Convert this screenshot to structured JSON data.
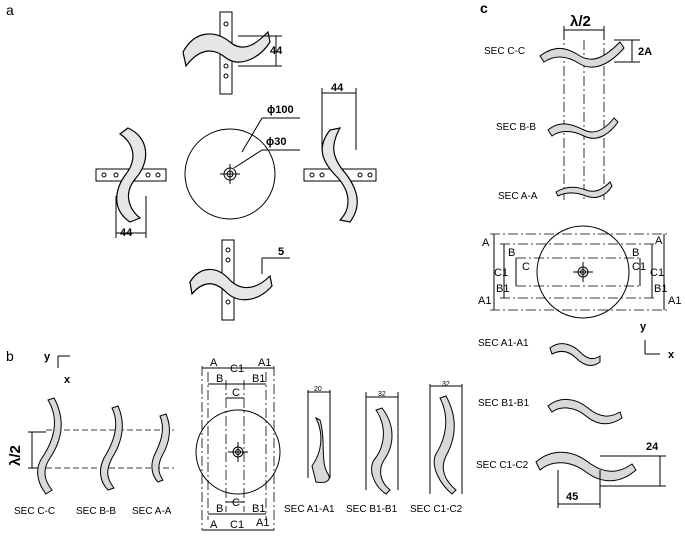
{
  "panels": {
    "a": {
      "letter": "a",
      "dims": {
        "top_height": "44",
        "right_width": "44",
        "left_width": "44",
        "bottom_thickness": "5",
        "outer_diameter": "ϕ100",
        "inner_diameter": "ϕ30"
      }
    },
    "b": {
      "letter": "b",
      "axis": {
        "y": "y",
        "x": "x"
      },
      "wavelength": "λ/2",
      "sections": [
        "SEC C-C",
        "SEC B-B",
        "SEC A-A",
        "SEC A1-A1",
        "SEC B1-B1",
        "SEC C1-C2"
      ],
      "top_labels": {
        "A": "A",
        "B": "B",
        "C": "C",
        "C1": "C1",
        "B1": "B1",
        "A1": "A1"
      },
      "small_dims": [
        "20",
        "32",
        "32"
      ]
    },
    "c": {
      "letter": "c",
      "wavelength": "λ/2",
      "amplitude": "2A",
      "sections": [
        "SEC C-C",
        "SEC B-B",
        "SEC A-A",
        "SEC A1-A1",
        "SEC B1-B1",
        "SEC C1-C2"
      ],
      "cut_labels": {
        "A": "A",
        "B": "B",
        "C": "C",
        "C1": "C1",
        "B1": "B1",
        "A1": "A1"
      },
      "axis": {
        "y": "y",
        "x": "x"
      },
      "dims": {
        "height": "24",
        "length": "45"
      }
    }
  }
}
